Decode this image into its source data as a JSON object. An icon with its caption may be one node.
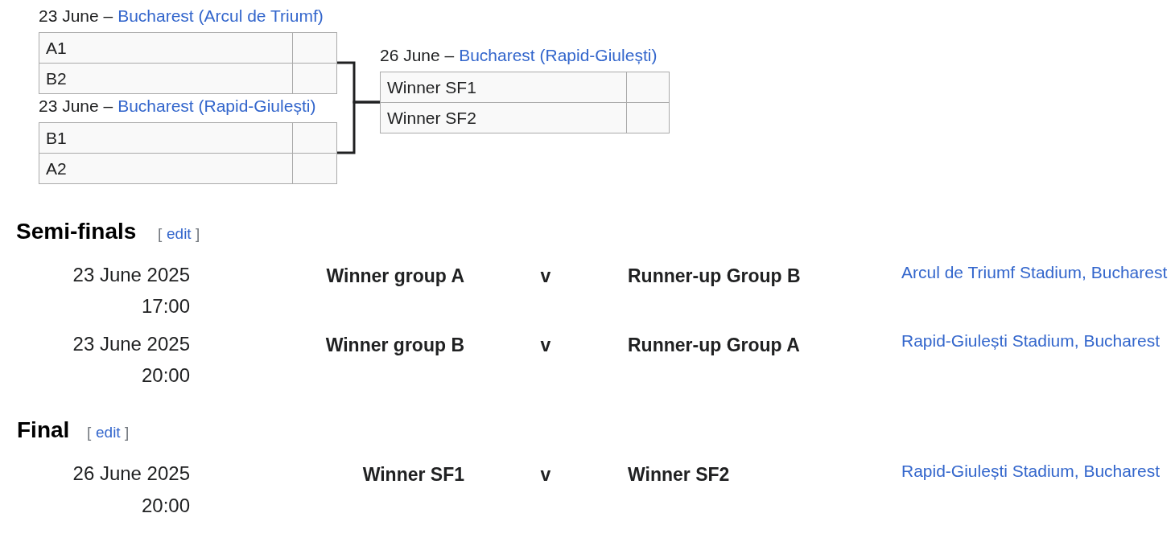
{
  "diagram": {
    "nodes": [
      {
        "text": [
          "23 June –",
          "Bucharest (Arcul de Triumf)",
          "A1",
          "B2"
        ]
      },
      {
        "text": [
          "23 June –",
          "Bucharest (Rapid-Giulești)",
          "B1",
          "A2"
        ]
      },
      {
        "text": [
          "26 June –",
          "Bucharest (Rapid-Giulești)",
          "Winner SF1",
          "Winner SF2"
        ]
      }
    ],
    "edges": [
      {
        "from": 0,
        "to": 2,
        "arrow": "none"
      },
      {
        "from": 1,
        "to": 2,
        "arrow": "none"
      }
    ],
    "labels": [
      "Semi-finals",
      "[",
      "edit",
      "]",
      "23 June 2025",
      "17:00",
      "Winner group A",
      "v",
      "Runner-up Group B",
      "Arcul de Triumf Stadium, Bucharest",
      "23 June 2025",
      "20:00",
      "Winner group B",
      "v",
      "Runner-up Group A",
      "Rapid-Giulești Stadium, Bucharest",
      "Final",
      "[",
      "edit",
      "]",
      "26 June 2025",
      "20:00",
      "Winner SF1",
      "v",
      "Winner SF2",
      "Rapid-Giulești Stadium, Bucharest"
    ]
  }
}
